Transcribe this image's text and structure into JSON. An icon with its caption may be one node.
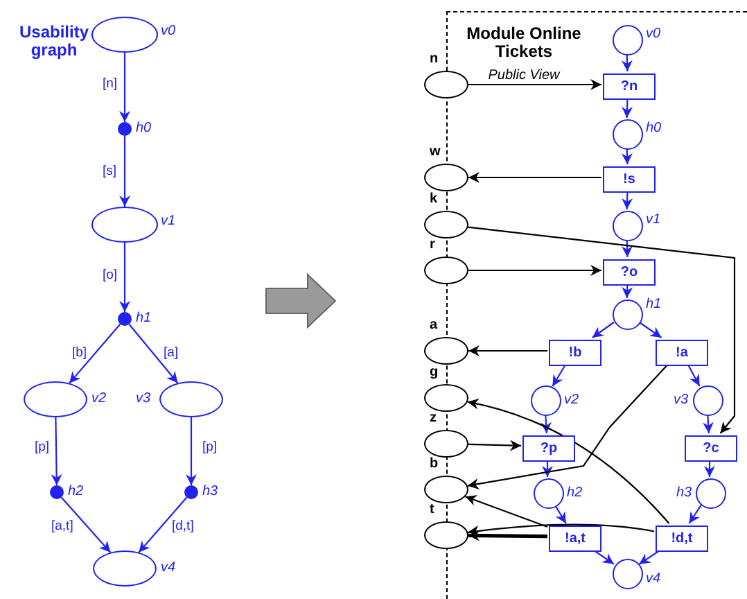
{
  "diagram": {
    "title": "Usability graph",
    "nodes": [
      {
        "text": [],
        "shape": "ellipse",
        "beside": [
          "v0"
        ]
      },
      {
        "text": [],
        "shape": "dot",
        "beside": [
          "h0"
        ]
      },
      {
        "text": [],
        "shape": "ellipse",
        "beside": [
          "v1"
        ]
      },
      {
        "text": [],
        "shape": "dot",
        "beside": [
          "h1"
        ]
      },
      {
        "text": [],
        "shape": "ellipse",
        "beside": [
          "v2"
        ]
      },
      {
        "text": [],
        "shape": "ellipse",
        "beside": [
          "v3"
        ]
      },
      {
        "text": [],
        "shape": "dot",
        "beside": [
          "h2"
        ]
      },
      {
        "text": [],
        "shape": "dot",
        "beside": [
          "h3"
        ]
      },
      {
        "text": [],
        "shape": "ellipse",
        "beside": [
          "v4"
        ]
      },
      {
        "text": [
          "Module Online Tickets",
          "Public View"
        ]
      },
      {
        "text": [],
        "shape": "circle",
        "beside": [
          "v0"
        ],
        "in": 9
      },
      {
        "text": [
          "?n"
        ],
        "in": 9
      },
      {
        "text": [],
        "shape": "circle",
        "beside": [
          "h0"
        ],
        "in": 9
      },
      {
        "text": [
          "!s"
        ],
        "in": 9
      },
      {
        "text": [],
        "shape": "circle",
        "beside": [
          "v1"
        ],
        "in": 9
      },
      {
        "text": [
          "?o"
        ],
        "in": 9
      },
      {
        "text": [],
        "shape": "circle",
        "beside": [
          "h1"
        ],
        "in": 9
      },
      {
        "text": [
          "!b"
        ],
        "in": 9
      },
      {
        "text": [
          "!a"
        ],
        "in": 9
      },
      {
        "text": [],
        "shape": "circle",
        "beside": [
          "v2"
        ],
        "in": 9
      },
      {
        "text": [],
        "shape": "circle",
        "beside": [
          "v3"
        ],
        "in": 9
      },
      {
        "text": [
          "?p"
        ],
        "in": 9
      },
      {
        "text": [
          "?c"
        ],
        "in": 9
      },
      {
        "text": [],
        "shape": "circle",
        "beside": [
          "h2"
        ],
        "in": 9
      },
      {
        "text": [],
        "shape": "circle",
        "beside": [
          "h3"
        ],
        "in": 9
      },
      {
        "text": [
          "!a,t"
        ],
        "in": 9
      },
      {
        "text": [
          "!d,t"
        ],
        "in": 9
      },
      {
        "text": [],
        "shape": "circle",
        "beside": [
          "v4"
        ],
        "in": 9
      },
      {
        "text": [],
        "shape": "ellipse",
        "beside": [
          "n"
        ]
      },
      {
        "text": [],
        "shape": "ellipse",
        "beside": [
          "w"
        ]
      },
      {
        "text": [],
        "shape": "ellipse",
        "beside": [
          "k"
        ]
      },
      {
        "text": [],
        "shape": "ellipse",
        "beside": [
          "r"
        ]
      },
      {
        "text": [],
        "shape": "ellipse",
        "beside": [
          "a"
        ]
      },
      {
        "text": [],
        "shape": "ellipse",
        "beside": [
          "g"
        ]
      },
      {
        "text": [],
        "shape": "ellipse",
        "beside": [
          "z"
        ]
      },
      {
        "text": [],
        "shape": "ellipse",
        "beside": [
          "b"
        ]
      },
      {
        "text": [],
        "shape": "ellipse",
        "beside": [
          "t"
        ]
      }
    ],
    "edges": [
      {
        "from": 0,
        "to": 1,
        "arrow": "to",
        "label": "[n]"
      },
      {
        "from": 1,
        "to": 2,
        "arrow": "to",
        "label": "[s]"
      },
      {
        "from": 2,
        "to": 3,
        "arrow": "to",
        "label": "[o]"
      },
      {
        "from": 3,
        "to": 4,
        "arrow": "to",
        "label": "[b]"
      },
      {
        "from": 3,
        "to": 5,
        "arrow": "to",
        "label": "[a]"
      },
      {
        "from": 4,
        "to": 6,
        "arrow": "to",
        "label": "[p]"
      },
      {
        "from": 5,
        "to": 7,
        "arrow": "to",
        "label": "[p]"
      },
      {
        "from": 6,
        "to": 8,
        "arrow": "to",
        "label": "[a,t]"
      },
      {
        "from": 7,
        "to": 8,
        "arrow": "to",
        "label": "[d,t]"
      },
      {
        "from": 10,
        "to": 11,
        "arrow": "to"
      },
      {
        "from": 11,
        "to": 12,
        "arrow": "to"
      },
      {
        "from": 12,
        "to": 13,
        "arrow": "to"
      },
      {
        "from": 13,
        "to": 14,
        "arrow": "to"
      },
      {
        "from": 14,
        "to": 15,
        "arrow": "to"
      },
      {
        "from": 15,
        "to": 16,
        "arrow": "to"
      },
      {
        "from": 16,
        "to": 17,
        "arrow": "to"
      },
      {
        "from": 16,
        "to": 18,
        "arrow": "to"
      },
      {
        "from": 17,
        "to": 19,
        "arrow": "to"
      },
      {
        "from": 18,
        "to": 20,
        "arrow": "to"
      },
      {
        "from": 19,
        "to": 21,
        "arrow": "to"
      },
      {
        "from": 20,
        "to": 22,
        "arrow": "to"
      },
      {
        "from": 21,
        "to": 23,
        "arrow": "to"
      },
      {
        "from": 22,
        "to": 24,
        "arrow": "to"
      },
      {
        "from": 23,
        "to": 25,
        "arrow": "to"
      },
      {
        "from": 24,
        "to": 26,
        "arrow": "to"
      },
      {
        "from": 25,
        "to": 27,
        "arrow": "to"
      },
      {
        "from": 26,
        "to": 27,
        "arrow": "to"
      },
      {
        "from": 28,
        "to": 11,
        "arrow": "to",
        "color": "#000000"
      },
      {
        "from": 13,
        "to": 29,
        "arrow": "to",
        "color": "#000000"
      },
      {
        "from": 30,
        "to": 22,
        "arrow": "to",
        "color": "#000000"
      },
      {
        "from": 31,
        "to": 15,
        "arrow": "to",
        "color": "#000000"
      },
      {
        "from": 17,
        "to": 32,
        "arrow": "to",
        "color": "#000000"
      },
      {
        "from": 26,
        "to": 33,
        "arrow": "to",
        "color": "#000000"
      },
      {
        "from": 34,
        "to": 21,
        "arrow": "to",
        "color": "#000000"
      },
      {
        "from": 18,
        "to": 35,
        "arrow": "to",
        "color": "#000000"
      },
      {
        "from": 25,
        "to": 35,
        "arrow": "to",
        "color": "#000000"
      },
      {
        "from": 25,
        "to": 36,
        "arrow": "to",
        "color": "#000000",
        "style": "thick"
      },
      {
        "from": 26,
        "to": 36,
        "arrow": "to",
        "color": "#000000"
      }
    ]
  }
}
